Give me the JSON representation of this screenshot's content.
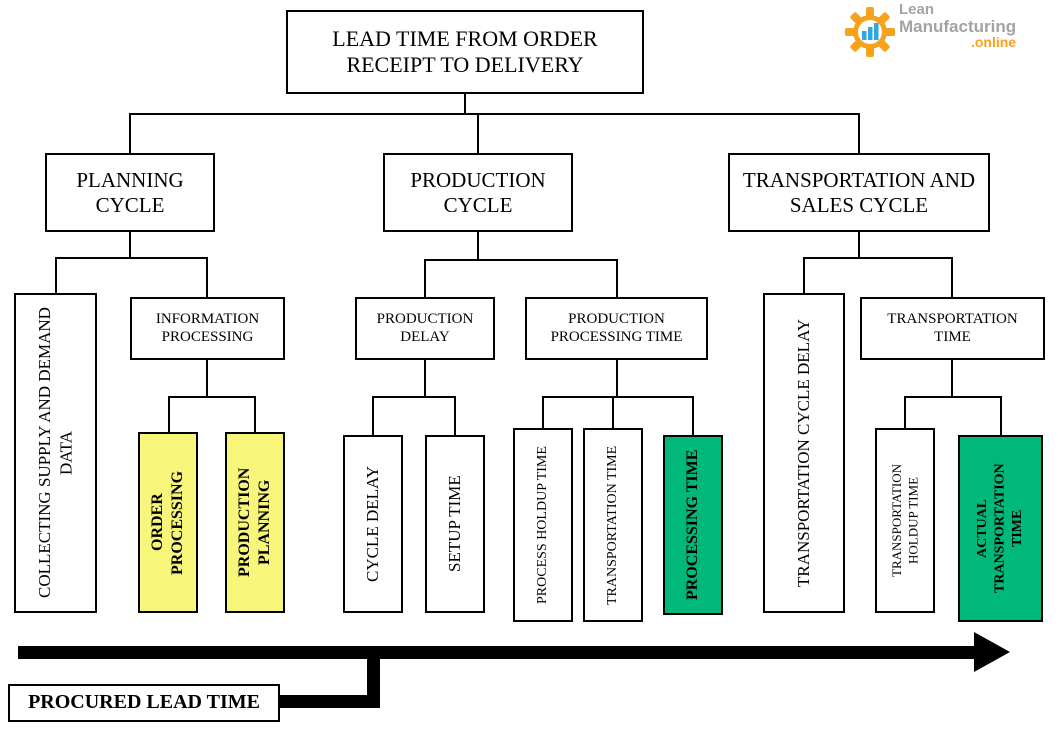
{
  "colors": {
    "yellow": "#F8F67A",
    "green": "#00B87A",
    "orange": "#F7A21B",
    "blue": "#2FA8DF",
    "gray": "#A3A3A3"
  },
  "logo": {
    "lean": "Lean",
    "manufacturing": "Manufacturing",
    "online": ".online"
  },
  "nodes": {
    "root": "LEAD TIME FROM ORDER RECEIPT TO DELIVERY",
    "planning_cycle": "PLANNING CYCLE",
    "production_cycle": "PRODUCTION CYCLE",
    "transport_cycle": "TRANSPORTATION AND SALES CYCLE",
    "collecting": "COLLECTING SUPPLY AND DEMAND DATA",
    "info_processing": "INFORMATION PROCESSING",
    "order_processing": "ORDER PROCESSING",
    "production_planning": "PRODUCTION PLANNING",
    "production_delay": "PRODUCTION DELAY",
    "cycle_delay": "CYCLE DELAY",
    "setup_time": "SETUP TIME",
    "production_processing_time": "PRODUCTION PROCESSING TIME",
    "process_holdup_time": "PROCESS HOLDUP TIME",
    "transportation_time": "TRANSPORTATION TIME",
    "processing_time": "PROCESSING TIME",
    "transportation_cycle_delay": "TRANSPORTATION CYCLE DELAY",
    "transportation_time_group": "TRANSPORTATION TIME",
    "transportation_holdup_time": "TRANSPORTATION HOLDUP TIME",
    "actual_transportation_time": "ACTUAL TRANSPORTATION TIME",
    "procured_lead_time": "PROCURED LEAD TIME"
  }
}
